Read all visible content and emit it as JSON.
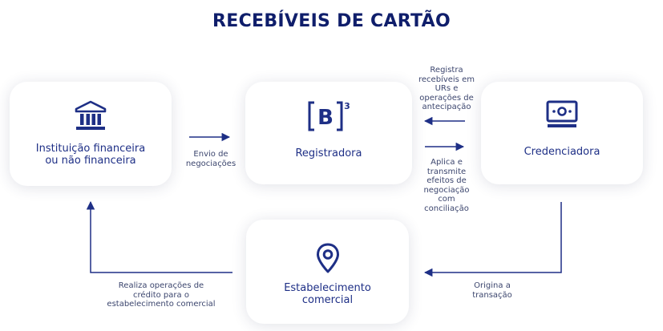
{
  "title": "RECEBÍVEIS DE CARTÃO",
  "colors": {
    "accent": "#1e2f86",
    "title": "#0f1e6b",
    "note": "#3c466e"
  },
  "nodes": {
    "instituicao": {
      "label": "Instituição financeira\nou não financeira",
      "icon": "bank-icon"
    },
    "registradora": {
      "label": "Registradora",
      "icon": "b3-logo-icon",
      "logo_text": "B",
      "logo_sup": "3"
    },
    "credenciadora": {
      "label": "Credenciadora",
      "icon": "payment-terminal-icon"
    },
    "estabelecimento": {
      "label": "Estabelecimento\ncomercial",
      "icon": "location-pin-icon"
    }
  },
  "edges": {
    "envio": "Envio de\nnegociações",
    "registra": "Registra\nrecebíveis em\nURs e\noperações de\nantecipação",
    "aplica": "Aplica e\ntransmite\nefeitos de\nnegociação\ncom\nconciliação",
    "realiza": "Realiza operações de\ncrédito para o\nestabelecimento comercial",
    "origina": "Origina a\ntransação"
  }
}
